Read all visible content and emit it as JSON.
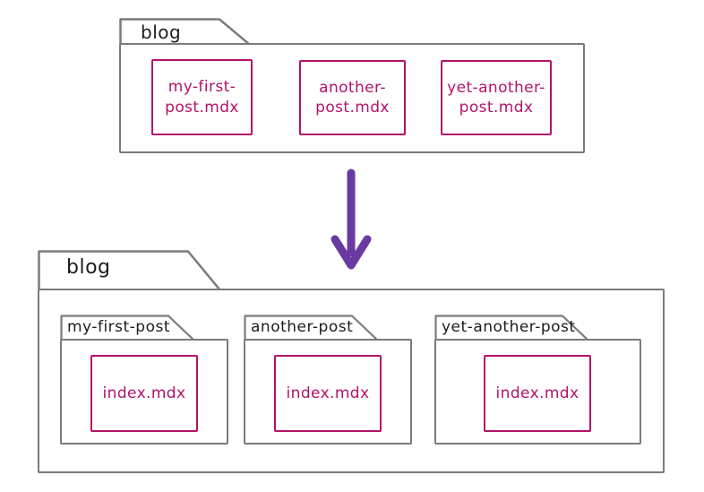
{
  "colors": {
    "folder_outline_gray": "#7b7b7b",
    "file_magenta": "#b41269",
    "arrow_purple": "#6a3aa3",
    "handwriting_black": "#1c1c1c",
    "background": "#ffffff"
  },
  "before": {
    "folder_label": "blog",
    "files": [
      {
        "label": "my-first-\npost.mdx"
      },
      {
        "label": "another-\npost.mdx"
      },
      {
        "label": "yet-another-\npost.mdx"
      }
    ]
  },
  "arrow": {
    "icon": "arrow-down"
  },
  "after": {
    "folder_label": "blog",
    "subfolders": [
      {
        "label": "my-first-post",
        "file_label": "index.mdx"
      },
      {
        "label": "another-post",
        "file_label": "index.mdx"
      },
      {
        "label": "yet-another-post",
        "file_label": "index.mdx"
      }
    ]
  }
}
